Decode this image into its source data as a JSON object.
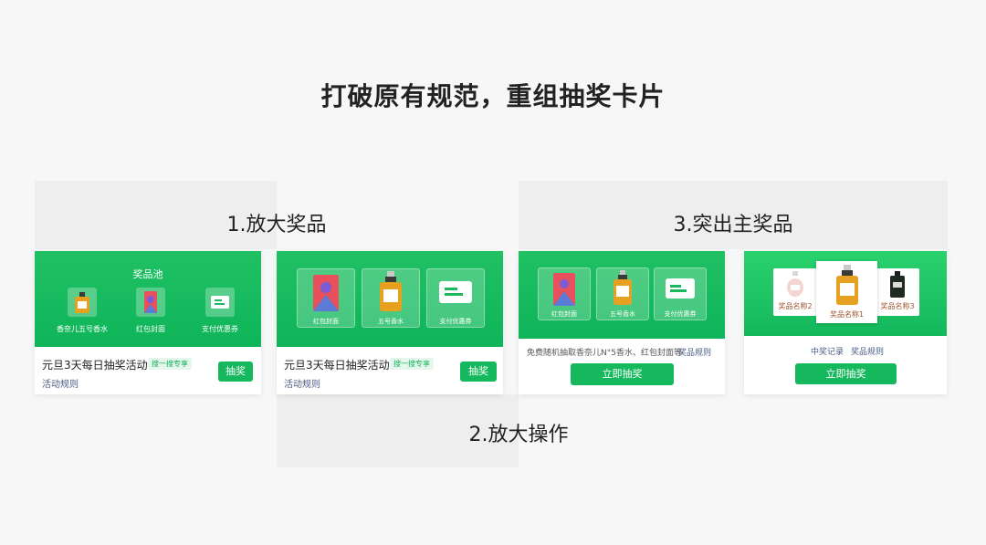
{
  "title": "打破原有规范，重组抽奖卡片",
  "sections": {
    "s1": "1.放大奖品",
    "s2": "2.放大操作",
    "s3": "3.突出主奖品"
  },
  "card1": {
    "pool_title": "奖品池",
    "prizes": [
      "香奈儿五号香水",
      "红包封面",
      "支付优惠券"
    ],
    "activity": "元旦3天每日抽奖活动",
    "tag": "搜一搜专享",
    "rule": "活动规则",
    "button": "抽奖"
  },
  "card2": {
    "prizes": [
      "红包封面",
      "五号香水",
      "支付优惠券"
    ],
    "activity": "元旦3天每日抽奖活动",
    "tag": "搜一搜专享",
    "rule": "活动规则",
    "button": "抽奖"
  },
  "card3": {
    "prizes": [
      "红包封面",
      "五号香水",
      "支付优惠券"
    ],
    "desc": "免费随机抽取香奈儿N°5香水、红包封面等",
    "desc_link": "奖品规则",
    "button": "立即抽奖"
  },
  "card4": {
    "prize_left": "奖品名称2",
    "prize_main": "奖品名称1",
    "prize_right": "奖品名称3",
    "link1": "中奖记录",
    "link2": "奖品规则",
    "button": "立即抽奖"
  },
  "colors": {
    "green": "#15b85c",
    "link": "#4a5c85",
    "tag_bg": "#e5f7ec"
  }
}
